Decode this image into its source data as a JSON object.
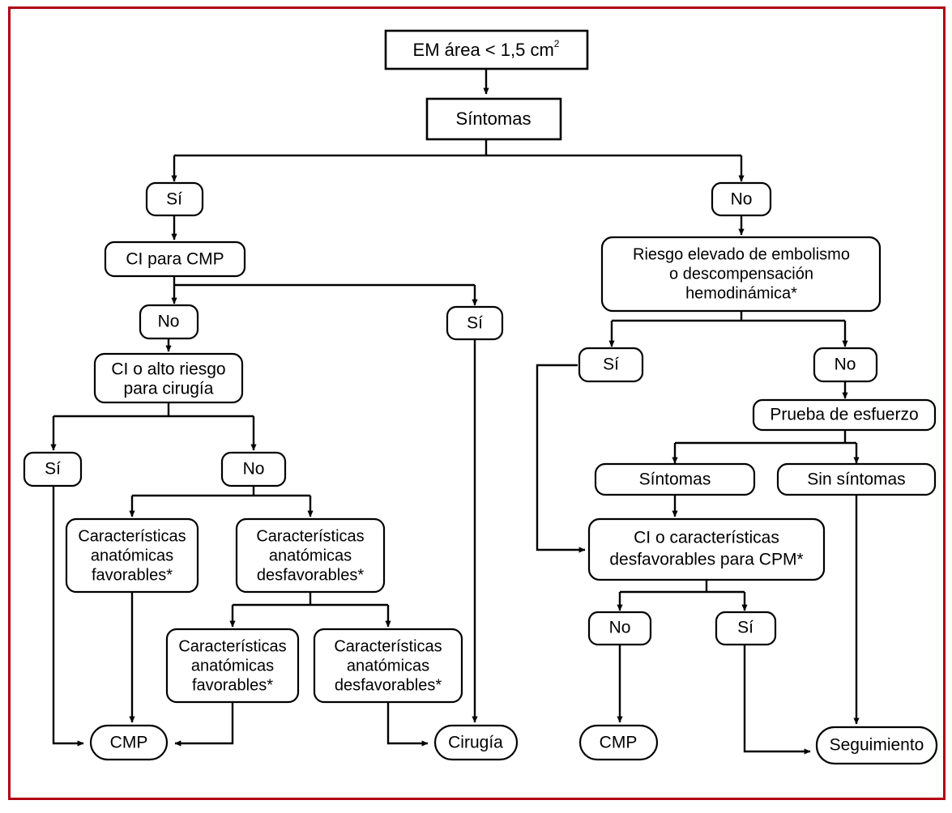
{
  "figure": {
    "type": "clinical-decision-flowchart",
    "language": "es",
    "border_color": "#b00014",
    "background": "#ffffff"
  },
  "nodes": {
    "em_area": {
      "label": "EM área < 1,5 cm",
      "sup": "2",
      "shape": "rect"
    },
    "sintomas_top": {
      "label": "Síntomas",
      "shape": "rect"
    },
    "si_1": {
      "label": "Sí",
      "shape": "round"
    },
    "no_1": {
      "label": "No",
      "shape": "round"
    },
    "ci_para_cmp": {
      "label": "CI para CMP",
      "shape": "round"
    },
    "no_2": {
      "label": "No",
      "shape": "round"
    },
    "si_2": {
      "label": "Sí",
      "shape": "round"
    },
    "ci_alto_riesgo": {
      "line1": "CI o alto riesgo",
      "line2": "para cirugía",
      "shape": "round"
    },
    "si_3": {
      "label": "Sí",
      "shape": "round"
    },
    "no_3": {
      "label": "No",
      "shape": "round"
    },
    "carac_fav_1": {
      "line1": "Características",
      "line2": "anatómicas",
      "line3": "favorables*",
      "shape": "round"
    },
    "carac_desfav_1": {
      "line1": "Características",
      "line2": "anatómicas",
      "line3": "desfavorables*",
      "shape": "round"
    },
    "carac_fav_2": {
      "line1": "Características",
      "line2": "anatómicas",
      "line3": "favorables*",
      "shape": "round"
    },
    "carac_desfav_2": {
      "line1": "Características",
      "line2": "anatómicas",
      "line3": "desfavorables*",
      "shape": "round"
    },
    "cmp_left": {
      "label": "CMP",
      "shape": "pill"
    },
    "cirugia": {
      "label": "Cirugía",
      "shape": "pill"
    },
    "riesgo_elevado": {
      "line1": "Riesgo elevado de embolismo",
      "line2": "o descompensación",
      "line3": "hemodinámica*",
      "shape": "round"
    },
    "si_4": {
      "label": "Sí",
      "shape": "round"
    },
    "no_4": {
      "label": "No",
      "shape": "round"
    },
    "prueba_esf": {
      "label": "Prueba de esfuerzo",
      "shape": "round"
    },
    "sintomas_r": {
      "label": "Síntomas",
      "shape": "round"
    },
    "sin_sintomas": {
      "label": "Sin síntomas",
      "shape": "round"
    },
    "ci_carac_cpm": {
      "line1": "CI o características",
      "line2": "desfavorables para CPM*",
      "shape": "round"
    },
    "no_5": {
      "label": "No",
      "shape": "round"
    },
    "si_5": {
      "label": "Sí",
      "shape": "round"
    },
    "cmp_right": {
      "label": "CMP",
      "shape": "pill"
    },
    "seguimiento": {
      "label": "Seguimiento",
      "shape": "pill"
    }
  },
  "edges": [
    {
      "from": "em_area",
      "to": "sintomas_top"
    },
    {
      "from": "sintomas_top",
      "to": "si_1"
    },
    {
      "from": "sintomas_top",
      "to": "no_1"
    },
    {
      "from": "si_1",
      "to": "ci_para_cmp"
    },
    {
      "from": "ci_para_cmp",
      "to": "no_2"
    },
    {
      "from": "ci_para_cmp",
      "to": "si_2"
    },
    {
      "from": "no_2",
      "to": "ci_alto_riesgo"
    },
    {
      "from": "ci_alto_riesgo",
      "to": "si_3"
    },
    {
      "from": "ci_alto_riesgo",
      "to": "no_3"
    },
    {
      "from": "no_3",
      "to": "carac_fav_1"
    },
    {
      "from": "no_3",
      "to": "carac_desfav_1"
    },
    {
      "from": "carac_fav_1",
      "to": "cmp_left"
    },
    {
      "from": "carac_desfav_1",
      "to": "carac_fav_2"
    },
    {
      "from": "carac_desfav_1",
      "to": "carac_desfav_2"
    },
    {
      "from": "carac_fav_2",
      "to": "cmp_left"
    },
    {
      "from": "carac_desfav_2",
      "to": "cirugia"
    },
    {
      "from": "si_3",
      "to": "cmp_left"
    },
    {
      "from": "si_2",
      "to": "cirugia"
    },
    {
      "from": "no_1",
      "to": "riesgo_elevado"
    },
    {
      "from": "riesgo_elevado",
      "to": "si_4"
    },
    {
      "from": "riesgo_elevado",
      "to": "no_4"
    },
    {
      "from": "no_4",
      "to": "prueba_esf"
    },
    {
      "from": "prueba_esf",
      "to": "sintomas_r"
    },
    {
      "from": "prueba_esf",
      "to": "sin_sintomas"
    },
    {
      "from": "sintomas_r",
      "to": "ci_carac_cpm"
    },
    {
      "from": "si_4",
      "to": "ci_carac_cpm"
    },
    {
      "from": "ci_carac_cpm",
      "to": "no_5"
    },
    {
      "from": "ci_carac_cpm",
      "to": "si_5"
    },
    {
      "from": "no_5",
      "to": "cmp_right"
    },
    {
      "from": "si_5",
      "to": "seguimiento"
    },
    {
      "from": "sin_sintomas",
      "to": "seguimiento"
    }
  ]
}
